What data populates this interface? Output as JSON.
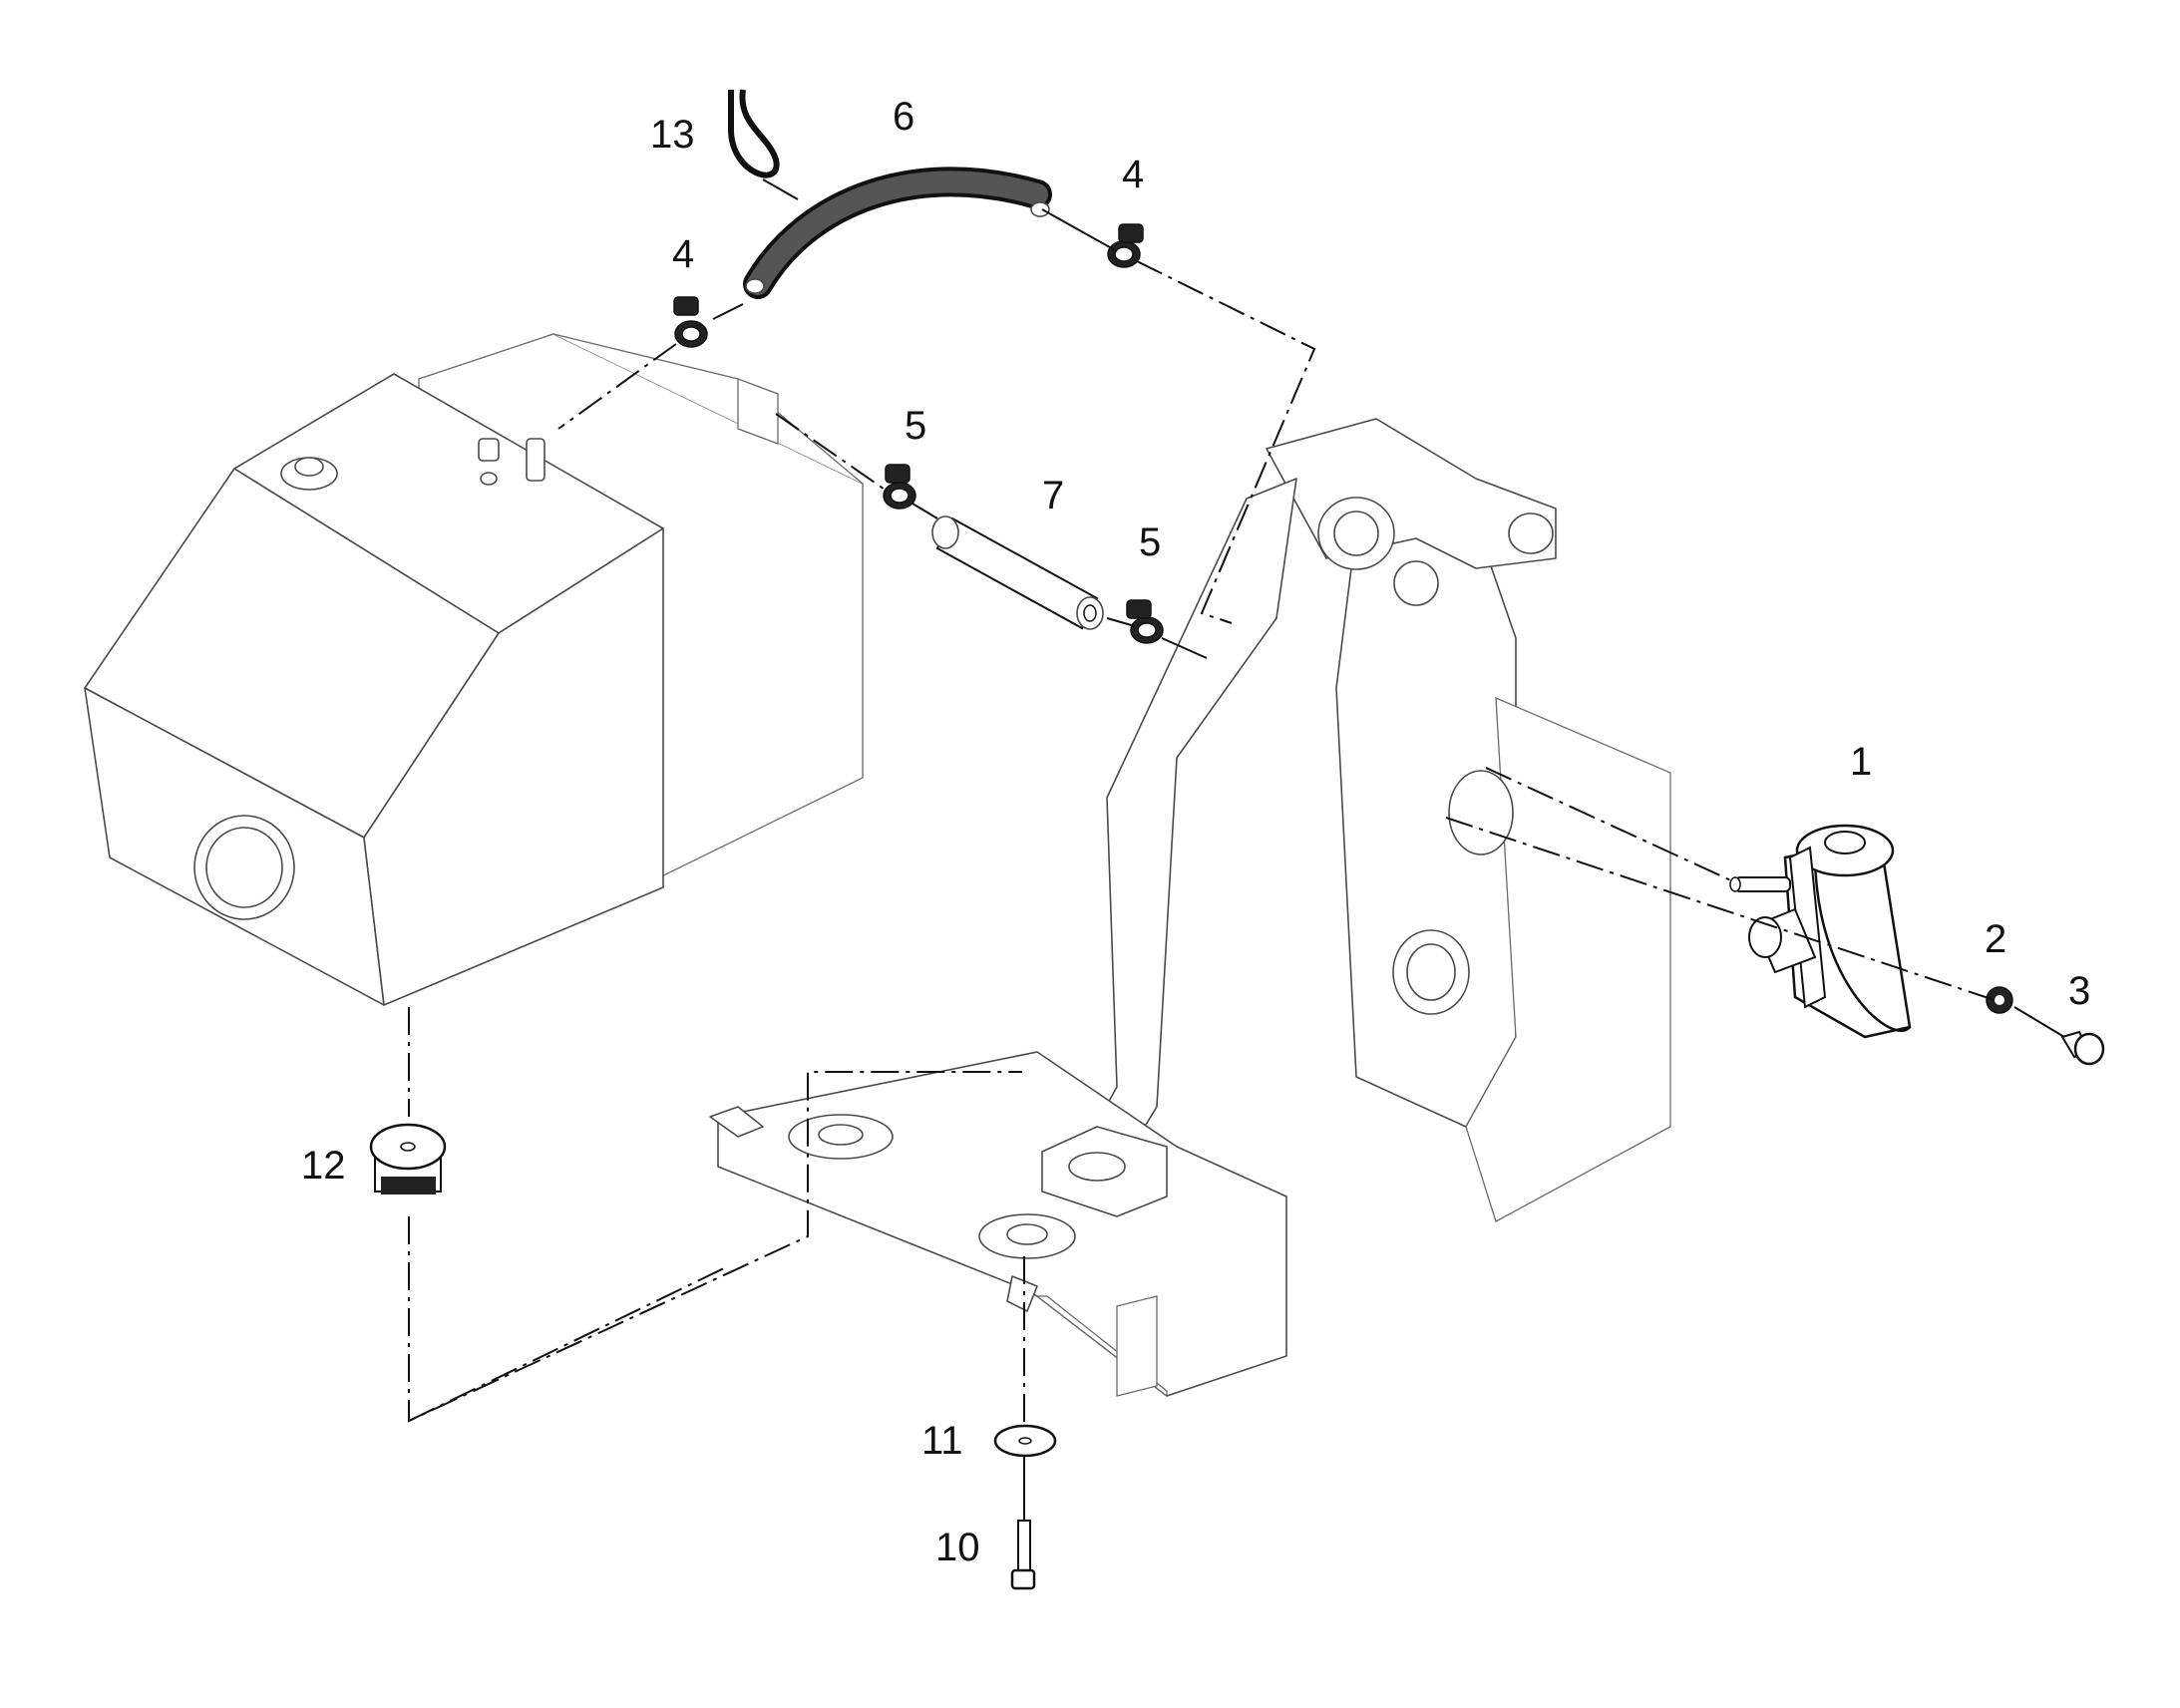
{
  "callouts": {
    "c1": "1",
    "c2": "2",
    "c3": "3",
    "c4a": "4",
    "c4b": "4",
    "c5a": "5",
    "c5b": "5",
    "c6": "6",
    "c7": "7",
    "c10": "10",
    "c11": "11",
    "c12": "12",
    "c13": "13"
  }
}
